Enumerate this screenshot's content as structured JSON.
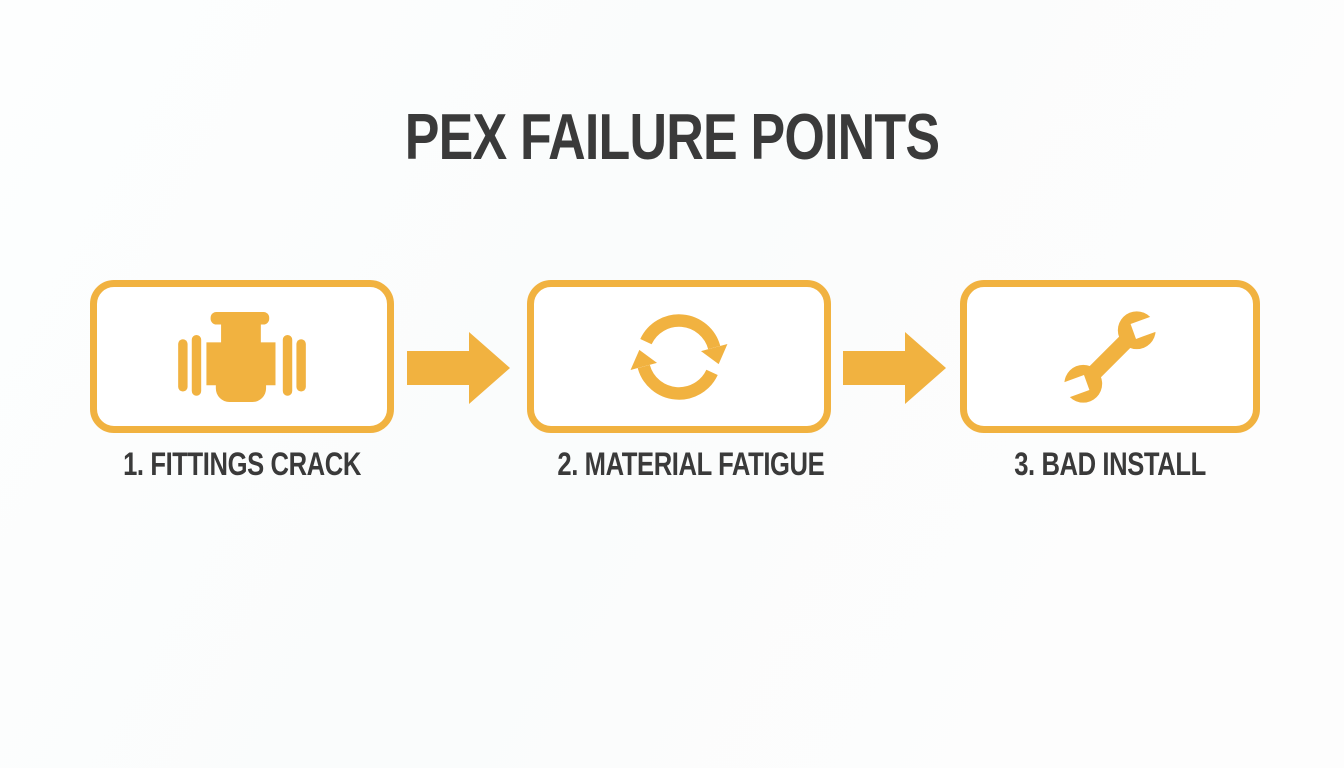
{
  "title": "PEX FAILURE POINTS",
  "colors": {
    "amber": "#F1B240",
    "text": "#3A3A3A",
    "background": "#FDFDFD",
    "box_fill": "#FFFFFF"
  },
  "steps": [
    {
      "label": "1. FITTINGS CRACK",
      "icon": "pipe-fitting-icon"
    },
    {
      "label": "2. MATERIAL FATIGUE",
      "icon": "cycle-arrows-icon"
    },
    {
      "label": "3. BAD INSTALL",
      "icon": "wrench-icon"
    }
  ],
  "connectors": [
    {
      "icon": "right-arrow-icon"
    },
    {
      "icon": "right-arrow-icon"
    }
  ]
}
